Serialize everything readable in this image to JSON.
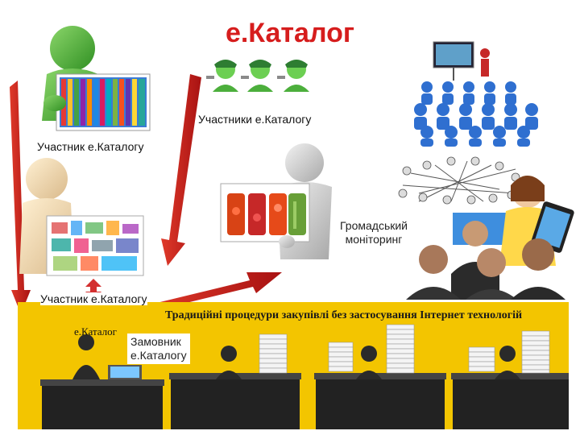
{
  "title": "е.Каталог",
  "labels": {
    "participants_top": "Участники е.Каталогу",
    "participant_left": "Участник е.Каталогу",
    "participant_bottom": "Участник е.Каталогу",
    "public_monitoring_line1": "Громадський",
    "public_monitoring_line2": "моніторинг",
    "customer_line1": "Замовник",
    "customer_line2": "е.Каталогу"
  },
  "bottom_panel": {
    "title": "Традиційні процедури закупівлі без застосування Інтернет технологій",
    "ecatalog_sign": "е.Каталог"
  },
  "colors": {
    "title_red": "#d61d1d",
    "arrow_red": "#c81e1e",
    "panel_yellow": "#f3c500",
    "green_figure": "#4caf3c",
    "blue_figure": "#2f6fd0"
  }
}
